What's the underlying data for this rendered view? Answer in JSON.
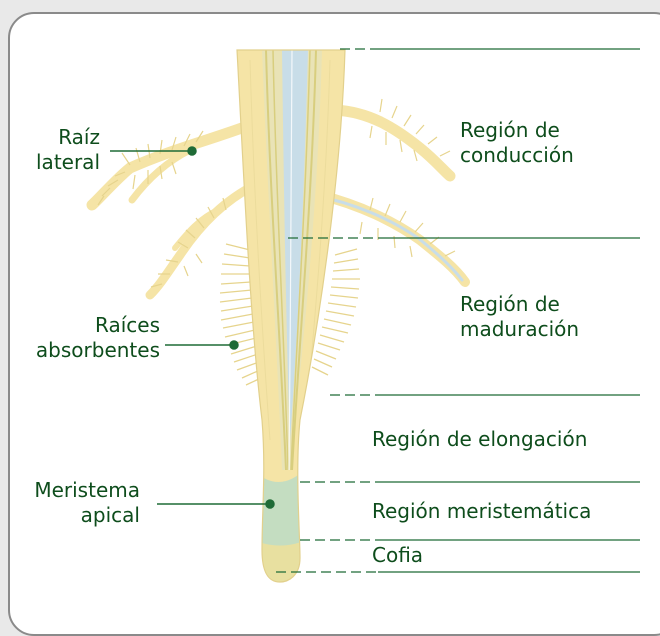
{
  "colors": {
    "background": "#e9e9e9",
    "frame_fill": "#ffffff",
    "frame_border": "#8a8a8a",
    "root_fill": "#f5e4a6",
    "root_stripe": "#d8ce7e",
    "vascular_blue": "#c8dde8",
    "meristem_green": "#bfdcc4",
    "hair_color": "#e6d48d",
    "leader_line": "#1f6b36",
    "label_text": "#0e4d1c"
  },
  "labels": {
    "lateral_root": "Raíz\nlateral",
    "absorbent_roots": "Raíces\nabsorbentes",
    "apical_meristem": "Meristema\napical",
    "conduction_region": "Región de\nconducción",
    "maturation_region": "Región de\nmaduración",
    "elongation_region": "Región de elongación",
    "meristematic_region": "Región meristemática",
    "root_cap": "Cofia"
  }
}
